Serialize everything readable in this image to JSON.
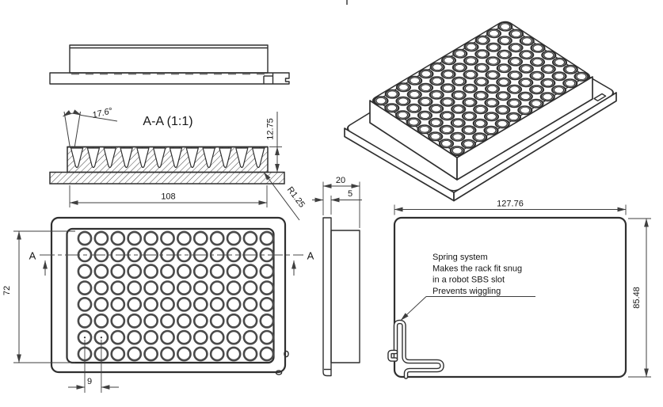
{
  "views": {
    "section": {
      "title": "A-A (1:1)",
      "angle": "17.6°",
      "height": "12.75",
      "width": "108",
      "fillet": "R1.25"
    },
    "top": {
      "height": "72",
      "pitch": "9",
      "marker": "A",
      "wells": {
        "rows": 8,
        "cols": 12
      }
    },
    "profile": {
      "depth": "20",
      "thickness": "5"
    },
    "outline": {
      "length": "127.76",
      "width": "85.48",
      "note": {
        "lines": [
          "Spring system",
          "Makes the rack fit snug",
          "in a robot SBS slot",
          "Prevents wiggling"
        ]
      }
    },
    "iso": {
      "wells": {
        "rows": 8,
        "cols": 12
      }
    }
  },
  "colors": {
    "line": "#2f2f2f",
    "dim": "#3f3f3f",
    "well_ring": "#4a4a4a",
    "text": "#161616"
  }
}
